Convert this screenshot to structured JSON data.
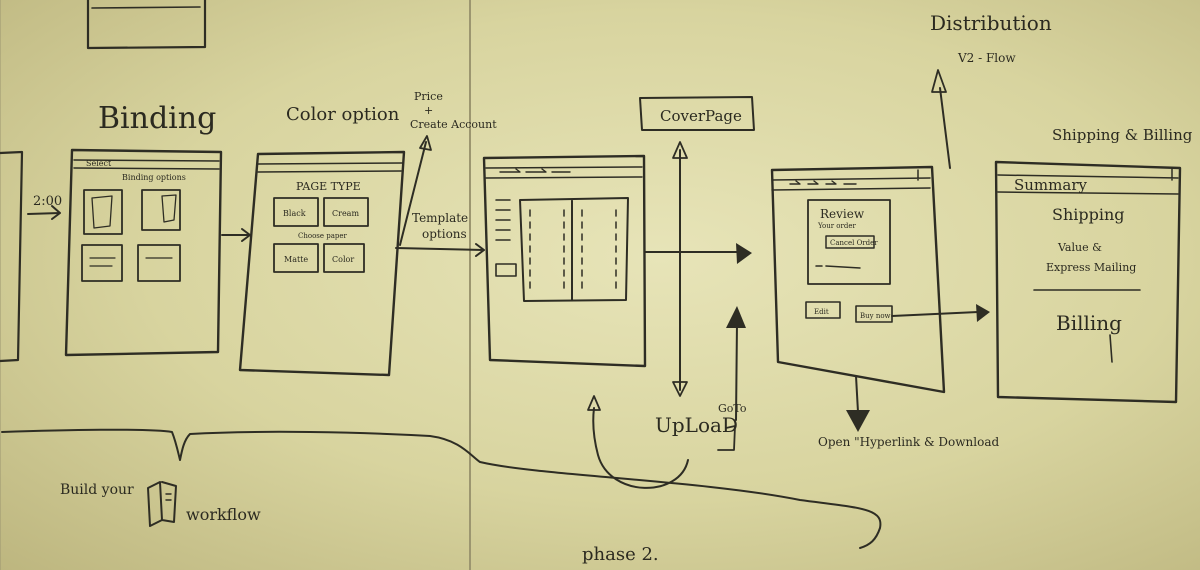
{
  "labels": {
    "binding": "Binding",
    "color_option": "Color option",
    "price_line1": "Price",
    "price_plus": "+",
    "price_line2": "Create Account",
    "template_line1": "Template",
    "template_line2": "options",
    "cover_page": "CoverPage",
    "distribution": "Distribution",
    "v2_flow": "V2 - Flow",
    "shipping_billing": "Shipping & Billing",
    "upload": "UpLoaD",
    "goto": "GoTo",
    "open_hyperlink": "Open \"Hyperlink & Download",
    "build_prefix": "Build your",
    "build_suffix": "workflow",
    "phase": "phase 2.",
    "left_step": "2:00"
  },
  "frames": {
    "binding": {
      "title": "Select",
      "subtitle": "Binding options"
    },
    "page_type": {
      "title": "PAGE TYPE",
      "row1": [
        "Black",
        "Cream"
      ],
      "row2": [
        "Matte",
        "Color"
      ],
      "mid": "Choose paper"
    },
    "review": {
      "title": "Review",
      "subtitle": "Your order",
      "button": "Cancel Order",
      "edit": "Edit",
      "buy": "Buy now"
    },
    "summary": {
      "title": "Summary",
      "shipping": "Shipping",
      "value_line1": "Value &",
      "value_line2": "Express Mailing",
      "billing": "Billing"
    }
  }
}
